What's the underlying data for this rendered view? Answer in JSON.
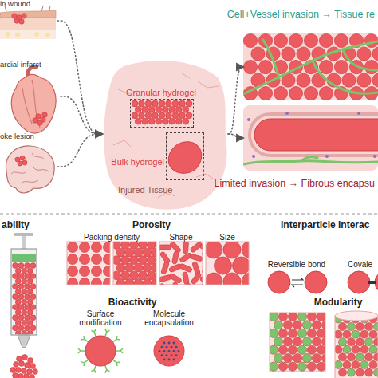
{
  "diagram": {
    "nodes": [
      {
        "text": [
          "in wound"
        ]
      },
      {
        "text": [
          "ardial infarct"
        ]
      },
      {
        "text": [
          "oke lesion"
        ]
      },
      {
        "text": [
          "Injured Tissue"
        ]
      },
      {
        "text": [
          "Granular hydrogel"
        ],
        "in": 3
      },
      {
        "text": [
          "Bulk hydrogel"
        ],
        "in": 3
      },
      {
        "text": [
          "Cell+Vessel invasion → Tissue re"
        ]
      },
      {
        "text": [
          "Limited invasion → Fibrous encapsu"
        ]
      }
    ],
    "edges": [
      {
        "from": 0,
        "to": 3,
        "arrow": "to"
      },
      {
        "from": 1,
        "to": 3,
        "arrow": "to"
      },
      {
        "from": 2,
        "to": 3,
        "arrow": "to"
      },
      {
        "from": 3,
        "to": 6,
        "arrow": "to"
      },
      {
        "from": 3,
        "to": 7,
        "arrow": "to"
      }
    ],
    "labels": [
      "ability",
      "Porosity",
      "Packing density",
      "Shape",
      "Size",
      "Interparticle interac",
      "Reversible bond",
      "Covale",
      "Bioactivity",
      "Surface modification",
      "Molecule encapsulation",
      "Modularity"
    ]
  }
}
